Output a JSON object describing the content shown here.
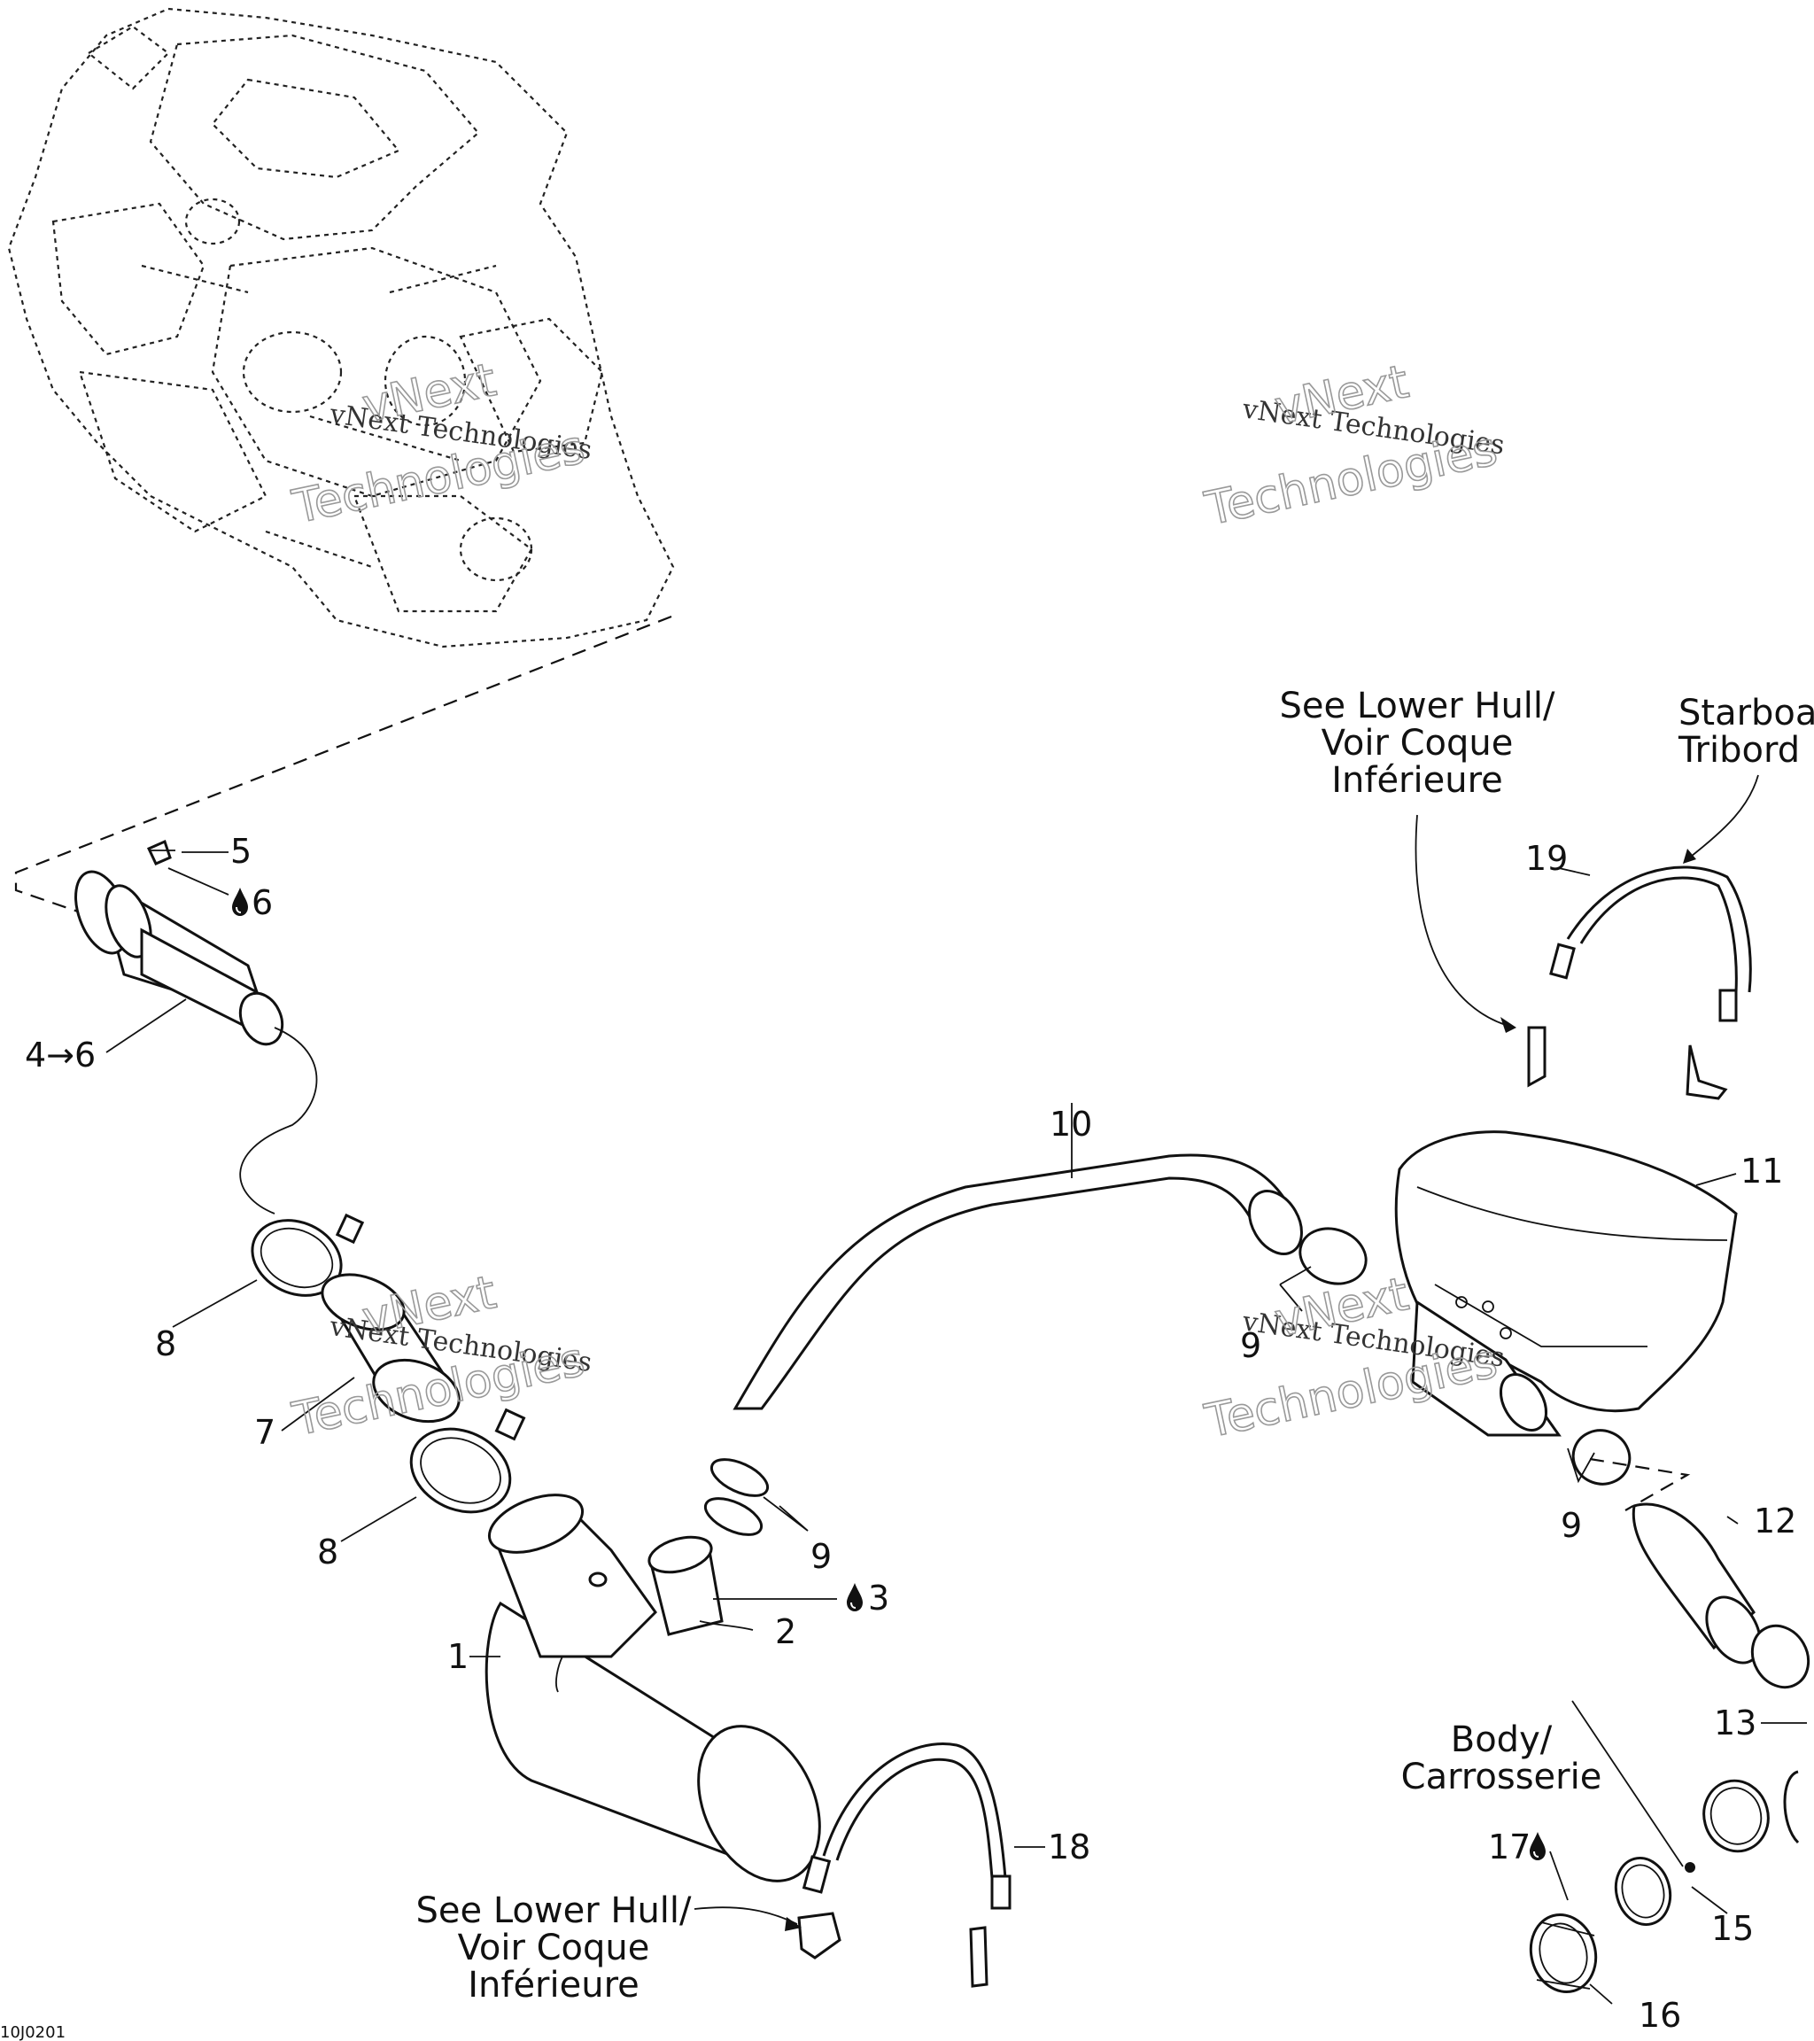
{
  "callouts": {
    "c1": "1",
    "c2": "2",
    "c3": "3",
    "c4to6": "4→6",
    "c5": "5",
    "c6": "6",
    "c7": "7",
    "c8a": "8",
    "c8b": "8",
    "c9a": "9",
    "c9b": "9",
    "c9c": "9",
    "c10": "10",
    "c11": "11",
    "c12": "12",
    "c13": "13",
    "c15": "15",
    "c16": "16",
    "c17": "17",
    "c18": "18",
    "c19": "19"
  },
  "notes": {
    "lower_hull_top": [
      "See Lower Hull/",
      "Voir Coque",
      "Inférieure"
    ],
    "lower_hull_bottom": [
      "See Lower Hull/",
      "Voir Coque",
      "Inférieure"
    ],
    "starboard": [
      "Starboa",
      "Tribord"
    ],
    "body": [
      "Body/",
      "Carrosserie"
    ]
  },
  "watermark": {
    "line1": "vNext Technologies",
    "line2a": "vNext",
    "line2b": "Technologies"
  },
  "corner_code": "10J0201",
  "icons": [
    "oil-drop-icon",
    "arrow-right-icon"
  ]
}
